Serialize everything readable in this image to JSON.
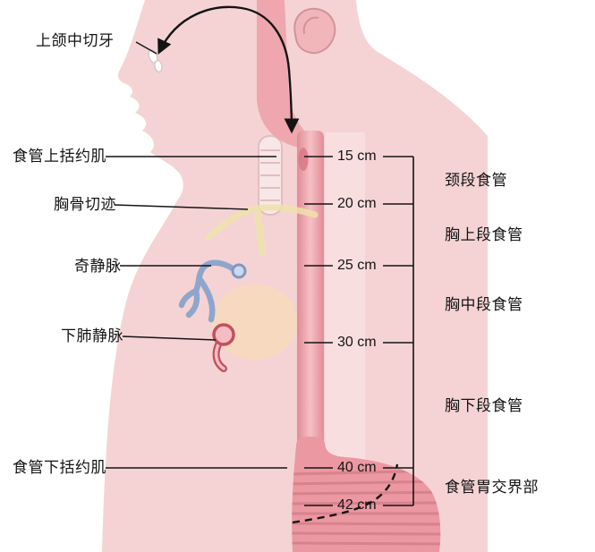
{
  "left_labels": [
    {
      "label": "上颌中切牙"
    },
    {
      "label": "食管上括约肌"
    },
    {
      "label": "胸骨切迹"
    },
    {
      "label": "奇静脉"
    },
    {
      "label": "下肺静脉"
    },
    {
      "label": "食管下括约肌"
    }
  ],
  "distance_markers": [
    {
      "label": "15 cm"
    },
    {
      "label": "20 cm"
    },
    {
      "label": "25 cm"
    },
    {
      "label": "30 cm"
    },
    {
      "label": "40 cm"
    },
    {
      "label": "42 cm"
    }
  ],
  "right_labels": [
    {
      "label": "颈段食管"
    },
    {
      "label": "胸上段食管"
    },
    {
      "label": "胸中段食管"
    },
    {
      "label": "胸下段食管"
    },
    {
      "label": "食管胃交界部"
    }
  ],
  "colors": {
    "body_skin": "#f5d3d4",
    "esophagus_edge": "#e08c96",
    "esophagus_center": "#f6c0c5",
    "stomach": "#eb98a2",
    "stomach_stripe": "#d27d89",
    "azygos_vein_blue": "#8ea6cc",
    "vein_outline_red": "#c1525d",
    "bone_yellow": "#eee3ac",
    "line_black": "#141414"
  }
}
